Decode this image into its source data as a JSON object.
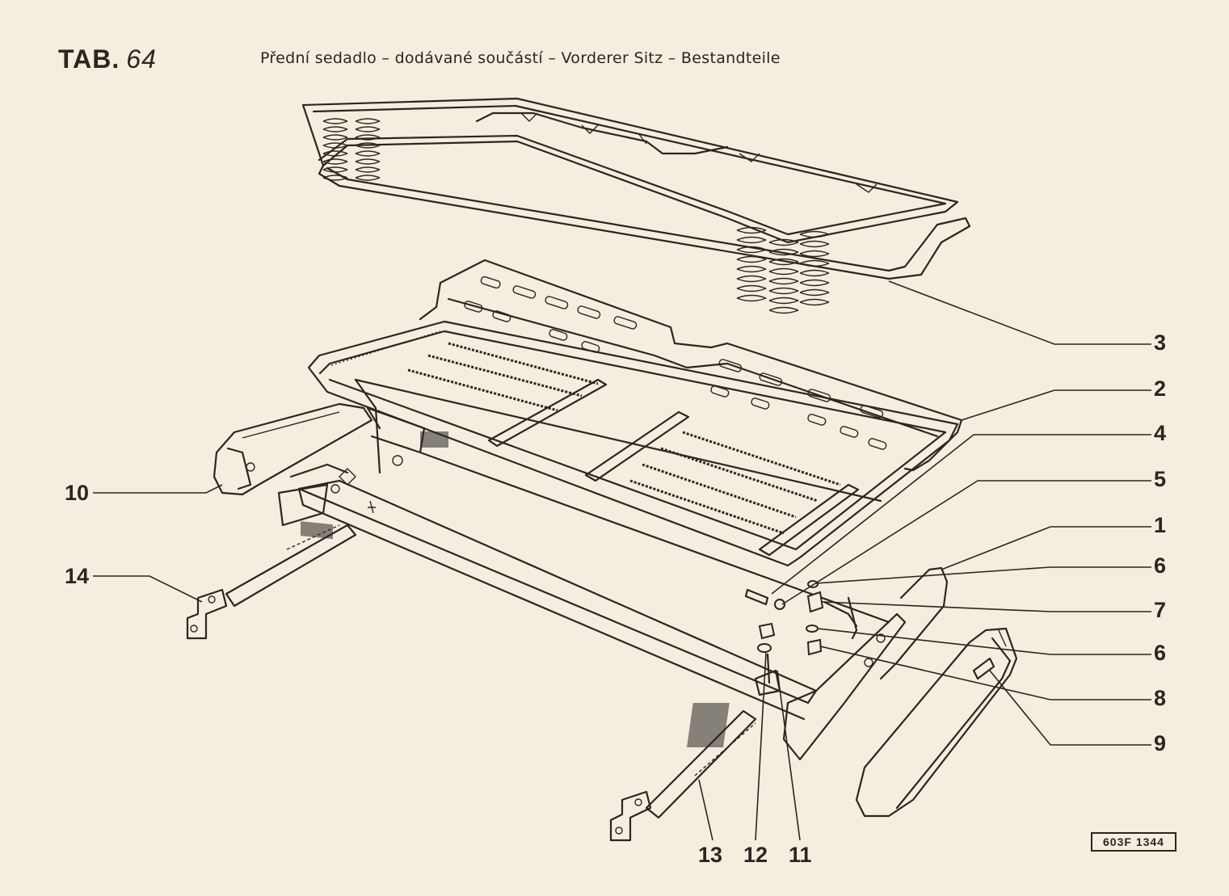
{
  "header": {
    "tab_prefix": "TAB.",
    "tab_number": "64",
    "title": "Přední sedadlo – dodávané součástí – Vorderer Sitz – Bestandteile"
  },
  "callouts": [
    "1",
    "2",
    "3",
    "4",
    "5",
    "6",
    "6",
    "7",
    "8",
    "9",
    "10",
    "11",
    "12",
    "13",
    "14"
  ],
  "drawing_code": "603F 1344",
  "parts": {
    "seat_spring_frame": "3",
    "seat_pan": "2",
    "side_trim_left": "10",
    "side_trim_right": "9",
    "slide_rail_left": "14",
    "slide_rail_right": "13"
  }
}
